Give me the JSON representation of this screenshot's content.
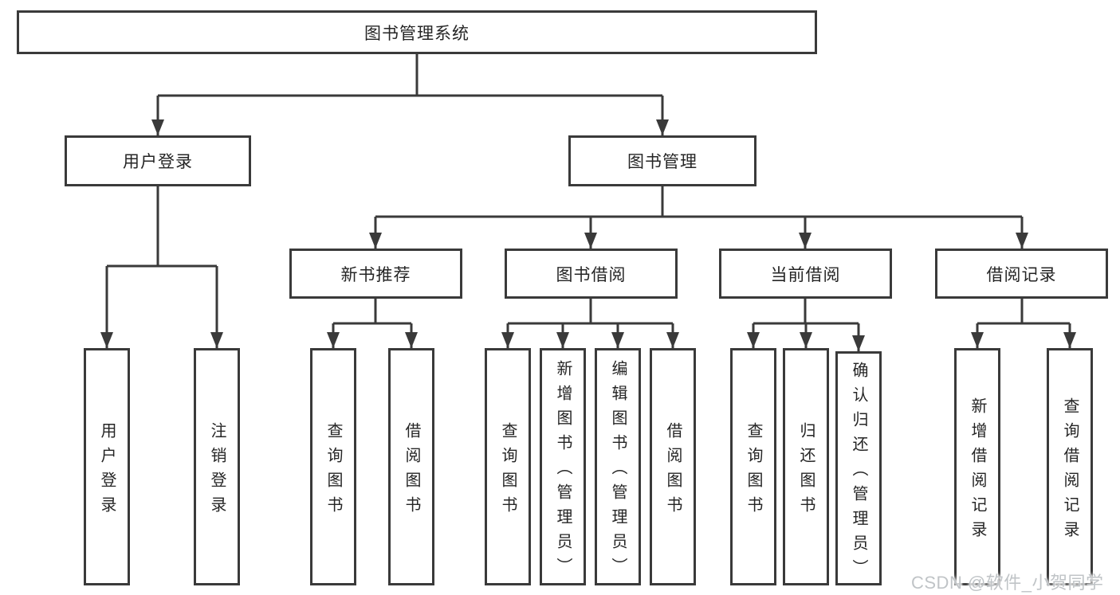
{
  "diagram": {
    "tree": {
      "label": "图书管理系统",
      "children": [
        {
          "label": "用户登录",
          "children": [
            {
              "label": "用户登录"
            },
            {
              "label": "注销登录"
            }
          ]
        },
        {
          "label": "图书管理",
          "children": [
            {
              "label": "新书推荐",
              "children": [
                {
                  "label": "查询图书"
                },
                {
                  "label": "借阅图书"
                }
              ]
            },
            {
              "label": "图书借阅",
              "children": [
                {
                  "label": "查询图书"
                },
                {
                  "label": "新增图书（管理员）"
                },
                {
                  "label": "编辑图书（管理员）"
                },
                {
                  "label": "借阅图书"
                }
              ]
            },
            {
              "label": "当前借阅",
              "children": [
                {
                  "label": "查询图书"
                },
                {
                  "label": "归还图书"
                },
                {
                  "label": "确认归还（管理员）"
                }
              ]
            },
            {
              "label": "借阅记录",
              "children": [
                {
                  "label": "新增借阅记录"
                },
                {
                  "label": "查询借阅记录"
                }
              ]
            }
          ]
        }
      ]
    }
  },
  "watermark": "CSDN @软件_小贺同学",
  "colors": {
    "line": "#3a3a3a",
    "box_border": "#3a3a3a",
    "text": "#252525",
    "background": "#ffffff",
    "watermark": "#c0c4c7"
  }
}
